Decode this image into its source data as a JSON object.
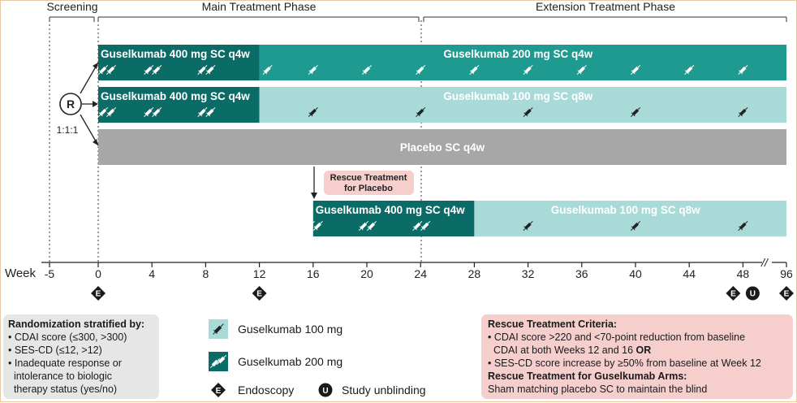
{
  "phases": {
    "screening": "Screening",
    "main": "Main Treatment Phase",
    "extension": "Extension Treatment Phase"
  },
  "randomization": {
    "symbol": "R",
    "ratio": "1:1:1"
  },
  "arms": [
    {
      "id": "arm1",
      "segments": [
        {
          "label": "Guselkumab 400 mg SC q4w",
          "from": 0,
          "to": 12,
          "color": "#0b6b66",
          "text_color": "#ffffff"
        },
        {
          "label": "Guselkumab 200 mg SC q4w",
          "from": 12,
          "to": 96,
          "color": "#1e9a90",
          "text_color": "#ffffff"
        }
      ],
      "injections": [
        {
          "week": 0,
          "kind": "double"
        },
        {
          "week": 4,
          "kind": "double"
        },
        {
          "week": 8,
          "kind": "double"
        },
        {
          "week": 12,
          "kind": "single"
        },
        {
          "week": 16,
          "kind": "single"
        },
        {
          "week": 20,
          "kind": "single"
        },
        {
          "week": 24,
          "kind": "single"
        },
        {
          "week": 28,
          "kind": "single"
        },
        {
          "week": 32,
          "kind": "single"
        },
        {
          "week": 36,
          "kind": "single"
        },
        {
          "week": 40,
          "kind": "single"
        },
        {
          "week": 44,
          "kind": "single"
        },
        {
          "week": 48,
          "kind": "single"
        }
      ]
    },
    {
      "id": "arm2",
      "segments": [
        {
          "label": "Guselkumab 400 mg SC q4w",
          "from": 0,
          "to": 12,
          "color": "#0b6b66",
          "text_color": "#ffffff"
        },
        {
          "label": "Guselkumab 100 mg SC q8w",
          "from": 12,
          "to": 96,
          "color": "#a8dbd8",
          "text_color": "#ffffff"
        }
      ],
      "injections": [
        {
          "week": 0,
          "kind": "double"
        },
        {
          "week": 4,
          "kind": "double"
        },
        {
          "week": 8,
          "kind": "double"
        },
        {
          "week": 16,
          "kind": "dark"
        },
        {
          "week": 24,
          "kind": "dark"
        },
        {
          "week": 32,
          "kind": "dark"
        },
        {
          "week": 40,
          "kind": "dark"
        },
        {
          "week": 48,
          "kind": "dark"
        }
      ]
    },
    {
      "id": "arm3",
      "segments": [
        {
          "label": "Placebo SC q4w",
          "from": 0,
          "to": 96,
          "color": "#a7a7a7",
          "text_color": "#ffffff"
        }
      ],
      "injections": []
    },
    {
      "id": "rescue",
      "segments": [
        {
          "label": "Guselkumab 400 mg SC q4w",
          "from": 16,
          "to": 28,
          "color": "#0b6b66",
          "text_color": "#ffffff"
        },
        {
          "label": "Guselkumab 100 mg SC q8w",
          "from": 28,
          "to": 96,
          "color": "#a8dbd8",
          "text_color": "#ffffff"
        }
      ],
      "injections": [
        {
          "week": 16,
          "kind": "double"
        },
        {
          "week": 20,
          "kind": "double"
        },
        {
          "week": 24,
          "kind": "double"
        },
        {
          "week": 32,
          "kind": "dark"
        },
        {
          "week": 40,
          "kind": "dark"
        },
        {
          "week": 48,
          "kind": "dark"
        }
      ]
    }
  ],
  "rescue_callout": {
    "line1": "Rescue Treatment",
    "line2": "for Placebo",
    "week": 16
  },
  "axis": {
    "label": "Week",
    "ticks": [
      -5,
      0,
      4,
      8,
      12,
      16,
      20,
      24,
      28,
      32,
      36,
      40,
      44,
      48,
      96
    ],
    "break_marker": "//"
  },
  "events": [
    {
      "week": 0,
      "letter": "E",
      "kind": "endoscopy"
    },
    {
      "week": 12,
      "letter": "E",
      "kind": "endoscopy"
    },
    {
      "week": 48,
      "letter": "E",
      "kind": "endoscopy"
    },
    {
      "week": 48,
      "letter": "U",
      "kind": "unblinding"
    },
    {
      "week": 96,
      "letter": "E",
      "kind": "endoscopy"
    }
  ],
  "stratification": {
    "title": "Randomization stratified by:",
    "lines": [
      "• CDAI score (≤300, >300)",
      "• SES-CD (≤12, >12)",
      "• Inadequate response or",
      "  intolerance to biologic",
      "  therapy status (yes/no)"
    ]
  },
  "legend": {
    "items": [
      {
        "label": "Guselkumab 100 mg",
        "icon": "single-syringe-icon",
        "color": "#a8dbd8"
      },
      {
        "label": "Guselkumab 200 mg",
        "icon": "double-syringe-icon",
        "color": "#0b6b66"
      },
      {
        "label": "Endoscopy",
        "icon": "endoscopy-icon",
        "letter": "E"
      },
      {
        "label": "Study unblinding",
        "icon": "unblinding-icon",
        "letter": "U"
      }
    ]
  },
  "criteria": {
    "title": "Rescue Treatment Criteria:",
    "line1": "• CDAI score >220 and <70-point reduction from baseline",
    "line2_pre": "  CDAI at both Weeks 12 and 16 ",
    "line2_bold": "OR",
    "line3": "• SES-CD score increase by ≥50% from baseline at Week 12",
    "title2": "Rescue Treatment for Guselkumab Arms:",
    "line4": "Sham matching placebo SC to maintain the blind"
  },
  "colors": {
    "dark_teal": "#0b6b66",
    "mid_teal": "#1e9a90",
    "light_teal": "#a8dbd8",
    "placebo_gray": "#a7a7a7",
    "rescue_pink": "#f6cfcd",
    "strat_gray": "#e6e6e6"
  }
}
